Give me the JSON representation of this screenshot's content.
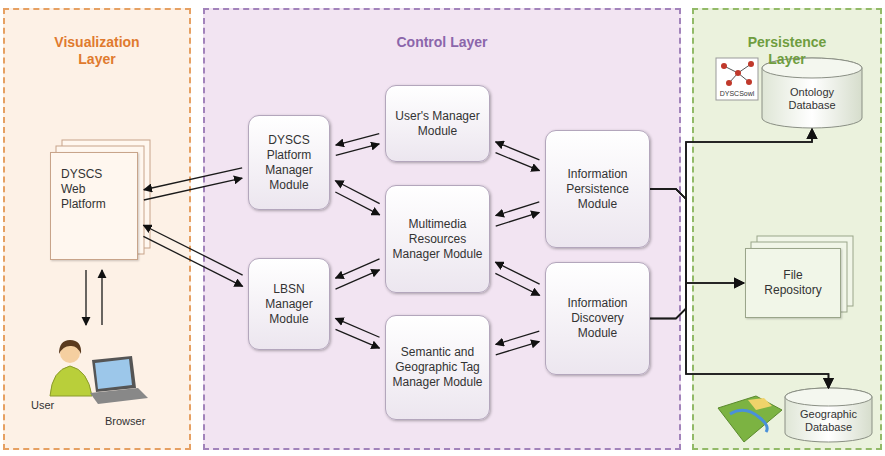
{
  "diagram": {
    "nodes": [
      {
        "text": [
          "Visualization Layer"
        ]
      },
      {
        "text": [
          "Control Layer"
        ]
      },
      {
        "text": [
          "Persistence Layer"
        ]
      },
      {
        "text": [
          "DYSCS Web Platform"
        ],
        "in": 0
      },
      {
        "text": [
          "User",
          "Browser"
        ],
        "in": 0
      },
      {
        "text": [
          "DYSCS Platform Manager Module"
        ],
        "in": 1
      },
      {
        "text": [
          "LBSN Manager Module"
        ],
        "in": 1
      },
      {
        "text": [
          "User's Manager Module"
        ],
        "in": 1
      },
      {
        "text": [
          "Multimedia Resources Manager Module"
        ],
        "in": 1
      },
      {
        "text": [
          "Semantic and Geographic Tag Manager Module"
        ],
        "in": 1
      },
      {
        "text": [
          "Information Persistence Module"
        ],
        "in": 1
      },
      {
        "text": [
          "Information Discovery Module"
        ],
        "in": 1
      },
      {
        "text": [
          "Ontology Database"
        ],
        "in": 2
      },
      {
        "text": [
          "File Repository"
        ],
        "in": 2
      },
      {
        "text": [
          "Geographic Database"
        ],
        "in": 2
      }
    ],
    "edges": [
      {
        "from": 3,
        "to": 5,
        "arrow": "to"
      },
      {
        "from": 5,
        "to": 3,
        "arrow": "to"
      },
      {
        "from": 3,
        "to": 6,
        "arrow": "to"
      },
      {
        "from": 6,
        "to": 3,
        "arrow": "to"
      },
      {
        "from": 4,
        "to": 3,
        "arrow": "to"
      },
      {
        "from": 3,
        "to": 4,
        "arrow": "to"
      },
      {
        "from": 5,
        "to": 7,
        "arrow": "to"
      },
      {
        "from": 7,
        "to": 5,
        "arrow": "to"
      },
      {
        "from": 5,
        "to": 8,
        "arrow": "to"
      },
      {
        "from": 8,
        "to": 5,
        "arrow": "to"
      },
      {
        "from": 6,
        "to": 8,
        "arrow": "to"
      },
      {
        "from": 8,
        "to": 6,
        "arrow": "to"
      },
      {
        "from": 6,
        "to": 9,
        "arrow": "to"
      },
      {
        "from": 9,
        "to": 6,
        "arrow": "to"
      },
      {
        "from": 7,
        "to": 10,
        "arrow": "to"
      },
      {
        "from": 10,
        "to": 7,
        "arrow": "to"
      },
      {
        "from": 8,
        "to": 10,
        "arrow": "to"
      },
      {
        "from": 10,
        "to": 8,
        "arrow": "to"
      },
      {
        "from": 8,
        "to": 11,
        "arrow": "to"
      },
      {
        "from": 11,
        "to": 8,
        "arrow": "to"
      },
      {
        "from": 9,
        "to": 11,
        "arrow": "to"
      },
      {
        "from": 11,
        "to": 9,
        "arrow": "to"
      },
      {
        "from": 10,
        "to": 12,
        "arrow": "to"
      },
      {
        "from": 10,
        "to": 13,
        "arrow": "to"
      },
      {
        "from": 10,
        "to": 14,
        "arrow": "to"
      },
      {
        "from": 11,
        "to": 12,
        "arrow": "to"
      },
      {
        "from": 11,
        "to": 13,
        "arrow": "to"
      },
      {
        "from": 11,
        "to": 14,
        "arrow": "to"
      }
    ],
    "labels": [
      "DYSCSowl"
    ]
  }
}
